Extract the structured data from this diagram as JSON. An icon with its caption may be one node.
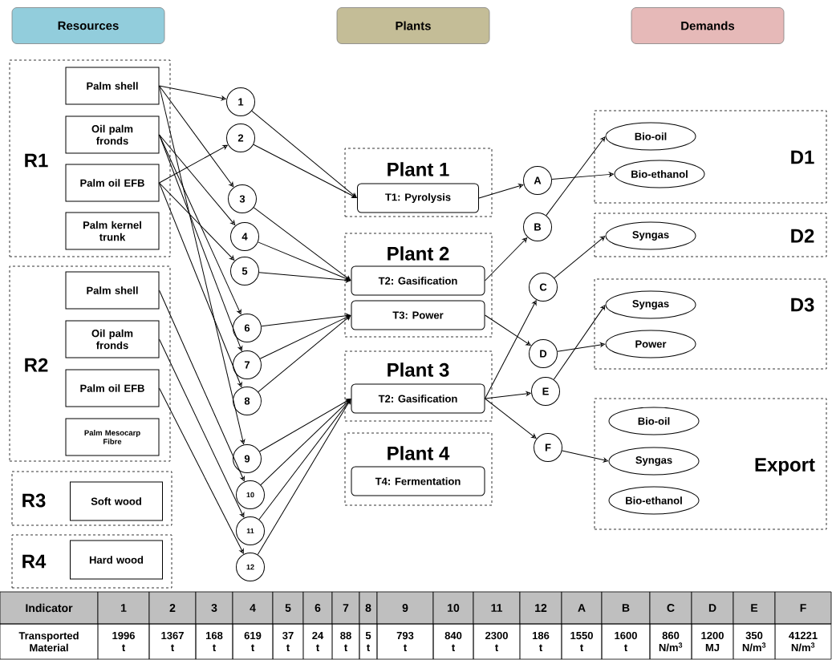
{
  "diagram": {
    "nodes": [
      {
        "text": [
          "Resources"
        ]
      },
      {
        "text": [
          "Plants"
        ]
      },
      {
        "text": [
          "Demands"
        ]
      },
      {
        "text": [
          "R1"
        ]
      },
      {
        "text": [
          "Palm shell"
        ],
        "in": 3
      },
      {
        "text": [
          "Oil palm fronds"
        ],
        "in": 3
      },
      {
        "text": [
          "Palm oil EFB"
        ],
        "in": 3
      },
      {
        "text": [
          "Palm kernel trunk"
        ],
        "in": 3
      },
      {
        "text": [
          "R2"
        ]
      },
      {
        "text": [
          "Palm shell"
        ],
        "in": 8
      },
      {
        "text": [
          "Oil palm fronds"
        ],
        "in": 8
      },
      {
        "text": [
          "Palm oil EFB"
        ],
        "in": 8
      },
      {
        "text": [
          "Palm Mesocarp Fibre"
        ],
        "in": 8
      },
      {
        "text": [
          "R3"
        ]
      },
      {
        "text": [
          "Soft wood"
        ],
        "in": 13
      },
      {
        "text": [
          "R4"
        ]
      },
      {
        "text": [
          "Hard wood"
        ],
        "in": 15
      },
      {
        "text": [
          "1"
        ]
      },
      {
        "text": [
          "2"
        ]
      },
      {
        "text": [
          "3"
        ]
      },
      {
        "text": [
          "4"
        ]
      },
      {
        "text": [
          "5"
        ]
      },
      {
        "text": [
          "6"
        ]
      },
      {
        "text": [
          "7"
        ]
      },
      {
        "text": [
          "8"
        ]
      },
      {
        "text": [
          "9"
        ]
      },
      {
        "text": [
          "10"
        ]
      },
      {
        "text": [
          "11"
        ]
      },
      {
        "text": [
          "12"
        ]
      },
      {
        "text": [
          "Plant 1"
        ]
      },
      {
        "text": [
          "T1: Pyrolysis"
        ],
        "in": 29
      },
      {
        "text": [
          "Plant 2"
        ]
      },
      {
        "text": [
          "T2: Gasification"
        ],
        "in": 31
      },
      {
        "text": [
          "T3: Power"
        ],
        "in": 31
      },
      {
        "text": [
          "Plant 3"
        ]
      },
      {
        "text": [
          "T2: Gasification"
        ],
        "in": 34
      },
      {
        "text": [
          "Plant 4"
        ]
      },
      {
        "text": [
          "T4: Fermentation"
        ],
        "in": 36
      },
      {
        "text": [
          "A"
        ]
      },
      {
        "text": [
          "B"
        ]
      },
      {
        "text": [
          "C"
        ]
      },
      {
        "text": [
          "D"
        ]
      },
      {
        "text": [
          "E"
        ]
      },
      {
        "text": [
          "F"
        ]
      },
      {
        "text": [
          "D1"
        ]
      },
      {
        "text": [
          "Bio-oil"
        ],
        "in": 44
      },
      {
        "text": [
          "Bio-ethanol"
        ],
        "in": 44
      },
      {
        "text": [
          "D2"
        ]
      },
      {
        "text": [
          "Syngas"
        ],
        "in": 47
      },
      {
        "text": [
          "D3"
        ]
      },
      {
        "text": [
          "Syngas"
        ],
        "in": 49
      },
      {
        "text": [
          "Power"
        ],
        "in": 49
      },
      {
        "text": [
          "Export"
        ]
      },
      {
        "text": [
          "Bio-oil"
        ],
        "in": 52
      },
      {
        "text": [
          "Syngas"
        ],
        "in": 52
      },
      {
        "text": [
          "Bio-ethanol"
        ],
        "in": 52
      }
    ],
    "edges": [
      {
        "from": 4,
        "to": 17,
        "arrow": "to"
      },
      {
        "from": 4,
        "to": 19,
        "arrow": "to"
      },
      {
        "from": 4,
        "to": 25,
        "arrow": "to"
      },
      {
        "from": 5,
        "to": 20,
        "arrow": "to"
      },
      {
        "from": 5,
        "to": 22,
        "arrow": "to"
      },
      {
        "from": 5,
        "to": 23,
        "arrow": "to"
      },
      {
        "from": 6,
        "to": 18,
        "arrow": "to"
      },
      {
        "from": 6,
        "to": 21,
        "arrow": "to"
      },
      {
        "from": 6,
        "to": 24,
        "arrow": "to"
      },
      {
        "from": 9,
        "to": 26,
        "arrow": "to"
      },
      {
        "from": 10,
        "to": 27,
        "arrow": "to"
      },
      {
        "from": 11,
        "to": 28,
        "arrow": "to"
      },
      {
        "from": 17,
        "to": 30,
        "arrow": "to"
      },
      {
        "from": 18,
        "to": 30,
        "arrow": "to"
      },
      {
        "from": 19,
        "to": 32,
        "arrow": "to"
      },
      {
        "from": 20,
        "to": 32,
        "arrow": "to"
      },
      {
        "from": 21,
        "to": 32,
        "arrow": "to"
      },
      {
        "from": 22,
        "to": 33,
        "arrow": "to"
      },
      {
        "from": 23,
        "to": 33,
        "arrow": "to"
      },
      {
        "from": 24,
        "to": 33,
        "arrow": "to"
      },
      {
        "from": 25,
        "to": 35,
        "arrow": "to"
      },
      {
        "from": 26,
        "to": 35,
        "arrow": "to"
      },
      {
        "from": 27,
        "to": 35,
        "arrow": "to"
      },
      {
        "from": 28,
        "to": 35,
        "arrow": "to"
      },
      {
        "from": 30,
        "to": 38,
        "arrow": "to"
      },
      {
        "from": 32,
        "to": 39,
        "arrow": "to"
      },
      {
        "from": 33,
        "to": 41,
        "arrow": "to"
      },
      {
        "from": 35,
        "to": 40,
        "arrow": "to"
      },
      {
        "from": 35,
        "to": 42,
        "arrow": "to"
      },
      {
        "from": 35,
        "to": 43,
        "arrow": "to"
      },
      {
        "from": 38,
        "to": 46,
        "arrow": "to"
      },
      {
        "from": 39,
        "to": 45,
        "arrow": "to"
      },
      {
        "from": 40,
        "to": 48,
        "arrow": "to"
      },
      {
        "from": 41,
        "to": 51,
        "arrow": "to"
      },
      {
        "from": 42,
        "to": 50,
        "arrow": "to"
      },
      {
        "from": 43,
        "to": 54,
        "arrow": "to"
      }
    ],
    "labels": [
      "Indicator",
      "1",
      "2",
      "3",
      "4",
      "5",
      "6",
      "7",
      "8",
      "9",
      "10",
      "11",
      "12",
      "A",
      "B",
      "C",
      "D",
      "E",
      "F",
      "Transported Material",
      "1996 t",
      "1367 t",
      "168 t",
      "619 t",
      "37 t",
      "24 t",
      "88 t",
      "5 t",
      "793 t",
      "840 t",
      "2300 t",
      "186 t",
      "1550 t",
      "1600 t",
      "860 N/m$^{3}$",
      "1200 MJ",
      "350 N/m$^{3}$",
      "41221 N/m$^{3}$"
    ]
  }
}
